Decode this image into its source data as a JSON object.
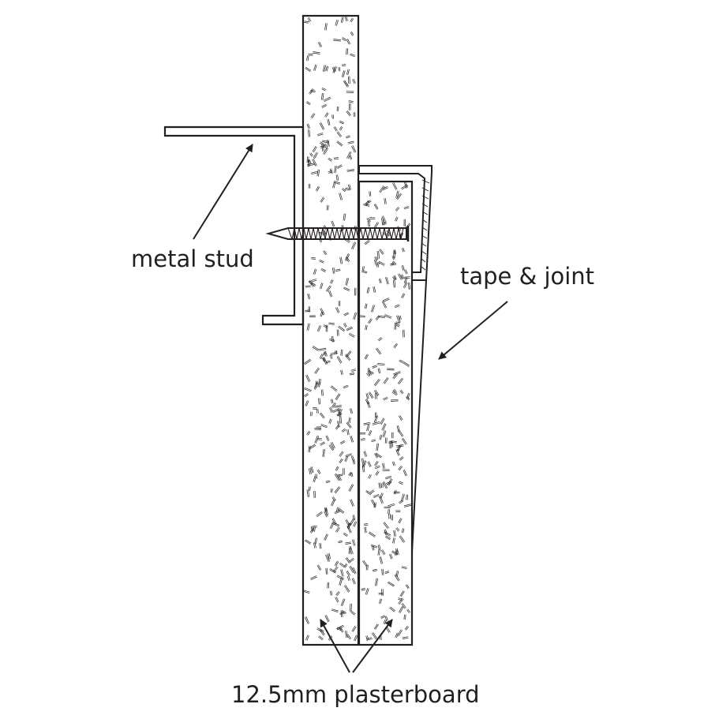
{
  "labels": {
    "stud": "metal stud",
    "joint": "tape & joint",
    "board": "12.5mm plasterboard"
  },
  "colors": {
    "ink": "#231f20",
    "background": "#ffffff"
  },
  "icons": {
    "screw": "screw-icon",
    "arrowhead": "arrowhead-icon"
  }
}
